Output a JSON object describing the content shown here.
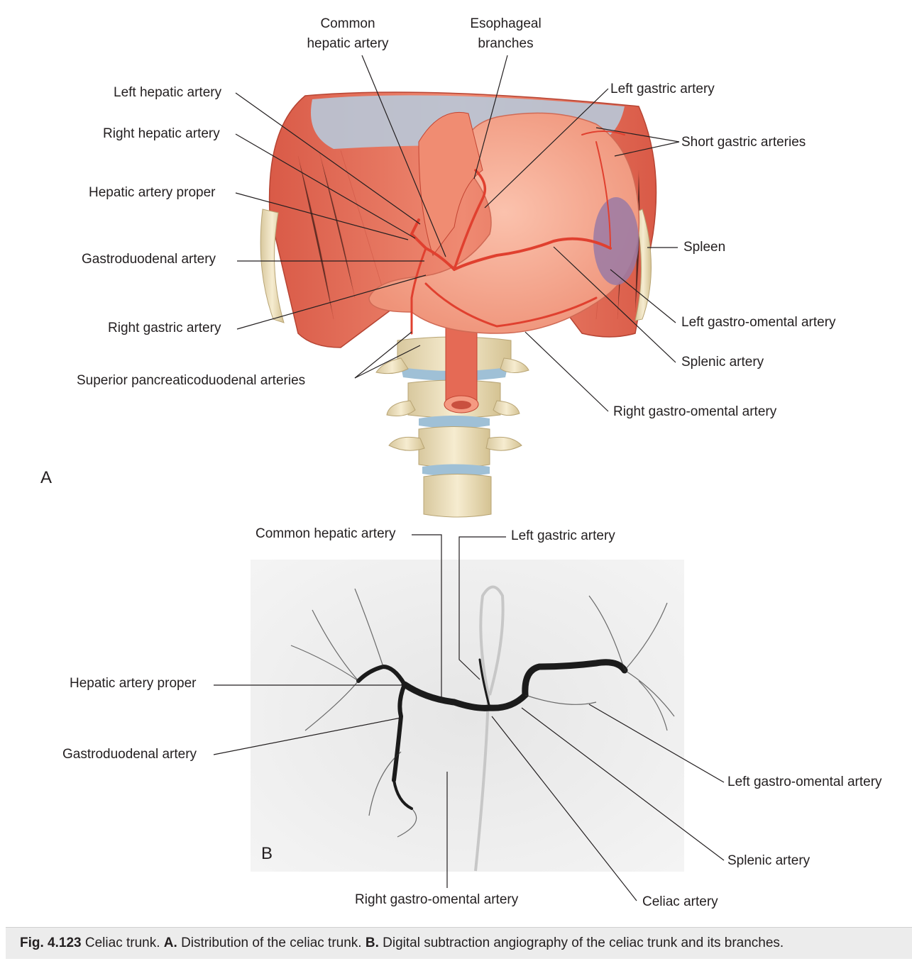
{
  "figure": {
    "caption_number": "Fig. 4.123",
    "caption_title": "Celiac trunk.",
    "caption_a_marker": "A.",
    "caption_a_text": "Distribution of the celiac trunk.",
    "caption_b_marker": "B.",
    "caption_b_text": "Digital subtraction angiography of the celiac trunk and its branches."
  },
  "panel_a": {
    "letter": "A",
    "labels": {
      "common_hepatic_line1": "Common",
      "common_hepatic_line2": "hepatic artery",
      "esophageal_line1": "Esophageal",
      "esophageal_line2": "branches",
      "left_hepatic": "Left hepatic artery",
      "right_hepatic": "Right hepatic artery",
      "hepatic_proper": "Hepatic artery proper",
      "gastroduodenal": "Gastroduodenal artery",
      "right_gastric": "Right gastric artery",
      "superior_pancreaticoduodenal": "Superior pancreaticoduodenal arteries",
      "left_gastric": "Left gastric artery",
      "short_gastric": "Short gastric arteries",
      "spleen": "Spleen",
      "left_gastro_omental": "Left gastro-omental artery",
      "splenic": "Splenic artery",
      "right_gastro_omental": "Right gastro-omental artery"
    }
  },
  "panel_b": {
    "letter": "B",
    "labels": {
      "common_hepatic": "Common hepatic artery",
      "left_gastric": "Left gastric artery",
      "hepatic_proper": "Hepatic artery proper",
      "gastroduodenal": "Gastroduodenal artery",
      "left_gastro_omental": "Left gastro-omental artery",
      "splenic": "Splenic artery",
      "right_gastro_omental": "Right gastro-omental artery",
      "celiac": "Celiac artery"
    }
  },
  "colors": {
    "muscle": "#e8735f",
    "muscle_dark": "#c9503f",
    "stomach": "#f4a890",
    "artery": "#e0402f",
    "bone": "#efe3c2",
    "disc": "#9fc0d6",
    "spleen": "#9a7aa5",
    "leader": "#231f20"
  }
}
